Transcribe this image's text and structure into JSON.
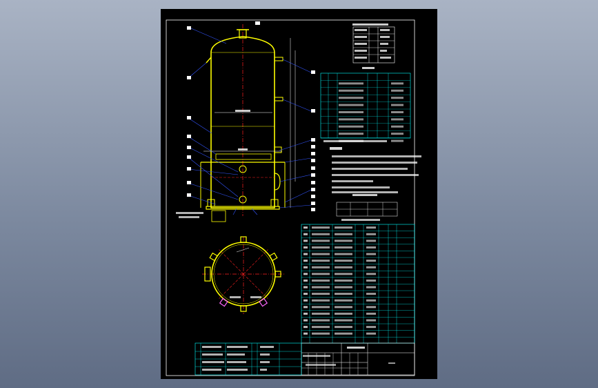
{
  "palette": {
    "background": "#7d8aa0",
    "sheet": "#000000",
    "border": "#ffffff",
    "vessel": "#ffff00",
    "centerline": "#ff2020",
    "table_lines": "#00ffff",
    "leader": "#3355ff",
    "nozzle": "#ff66ff"
  },
  "top_view_angles": [
    0,
    45,
    90,
    135,
    180,
    225,
    270,
    315
  ],
  "top_view_nozzles": [
    {
      "angle": 90,
      "icon": "nozzle-icon"
    },
    {
      "angle": 30,
      "icon": "nozzle-icon"
    },
    {
      "angle": 150,
      "icon": "nozzle-icon"
    },
    {
      "angle": 0,
      "icon": "nozzle-icon"
    },
    {
      "angle": 180,
      "icon": "manway-icon"
    },
    {
      "angle": 235,
      "icon": "support-leg-icon"
    },
    {
      "angle": 305,
      "icon": "support-leg-icon"
    },
    {
      "angle": 270,
      "icon": "nozzle-icon"
    }
  ]
}
